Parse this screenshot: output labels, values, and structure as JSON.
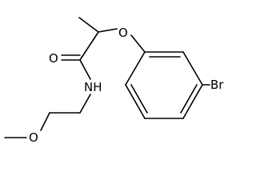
{
  "molecule": {
    "atoms": {
      "carbonyl_oxygen": "O",
      "ether_oxygen": "O",
      "amide_nitrogen": "NH",
      "bromine": "Br",
      "methoxy_oxygen": "O"
    }
  }
}
